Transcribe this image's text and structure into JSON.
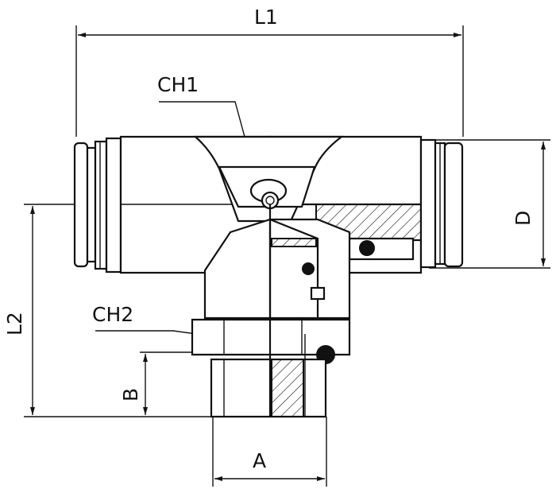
{
  "labels": {
    "L1": "L1",
    "CH1": "CH1",
    "D": "D",
    "L2": "L2",
    "CH2": "CH2",
    "B": "B",
    "A": "A"
  },
  "colors": {
    "stroke": "#111111",
    "background": "#ffffff",
    "seal": "#111111"
  }
}
